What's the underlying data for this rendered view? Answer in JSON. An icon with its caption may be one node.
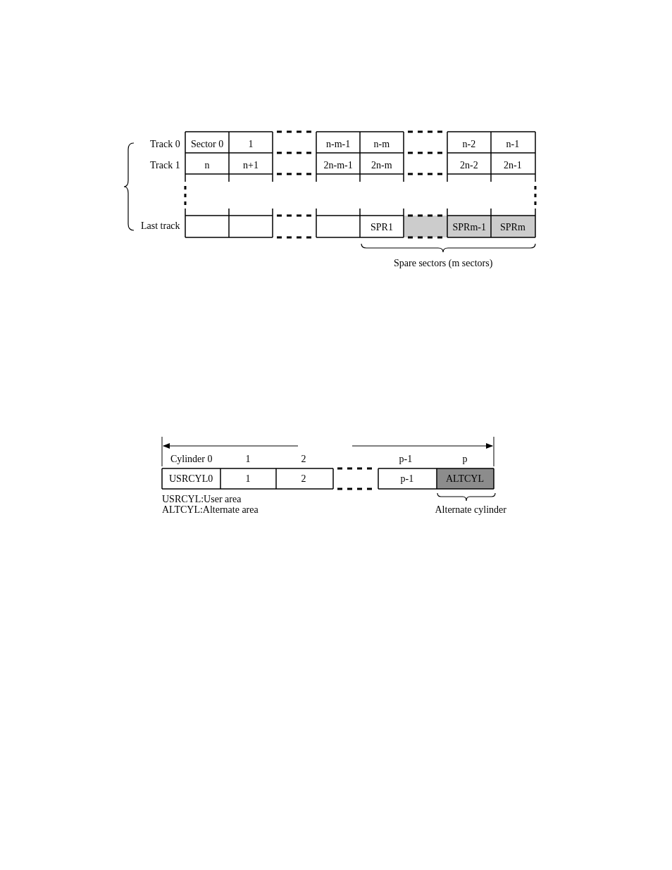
{
  "diagram": {
    "labels": [
      "Track 0",
      "Sector 0",
      "1",
      "n-m-1",
      "n-m",
      "n-2",
      "n-1",
      "Track 1",
      "n",
      "n+1",
      "2n-m-1",
      "2n-m",
      "2n-2",
      "2n-1",
      "Last track",
      "SPR1",
      "SPRm-1",
      "SPRm",
      "Spare sectors (m sectors)",
      "Cylinder 0",
      "1",
      "2",
      "p-1",
      "p",
      "USRCYL0",
      "1",
      "2",
      "p-1",
      "ALTCYL",
      "USRCYL:User area",
      "ALTCYL:Alternate area",
      "Alternate cylinder"
    ]
  }
}
